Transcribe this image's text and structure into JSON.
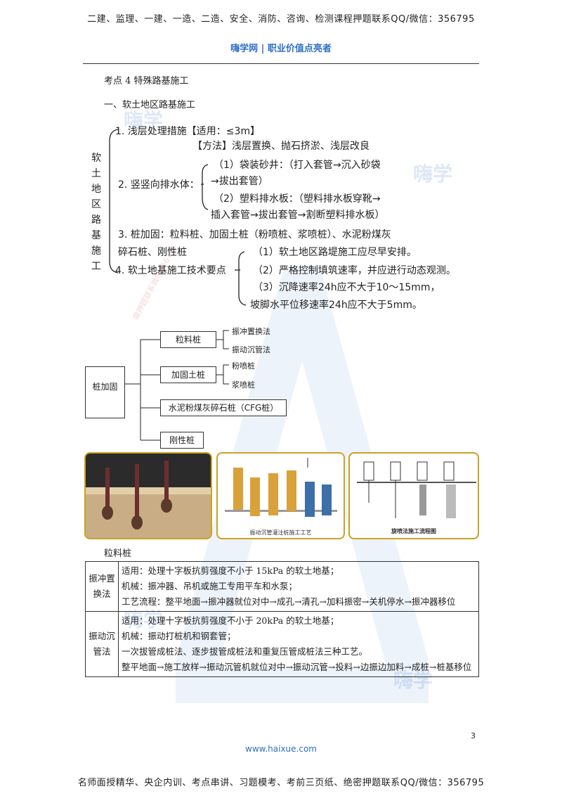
{
  "header": {
    "top_text": "二建、监理、一建、一造、二造、安全、消防、咨询、检测课程押题联系QQ/微信：356795",
    "brand": "嗨学网 | 职业价值点亮者"
  },
  "section": {
    "point_title": "考点 4 特殊路基施工",
    "sub_title": "一、软土地区路基施工"
  },
  "mindmap": {
    "root_chars": [
      "软",
      "土",
      "地",
      "区",
      "路",
      "基",
      "施",
      "工"
    ],
    "item1_line1": "1. 浅层处理措施【适用：≤3m】",
    "item1_line2": "【方法】浅层置换、抛石挤淤、浅层改良",
    "item2_label": "2. 竖竖向排水体：",
    "item2_sub1_line1": "（1）袋装砂井：（打入套管→沉入砂袋",
    "item2_sub1_line2": "→拔出套管）",
    "item2_sub2_line1": "（2）塑料排水板：（塑料排水板穿靴→",
    "item2_sub2_line2": "插入套管→拔出套管→割断塑料排水板）",
    "item3_line1": "3. 桩加固：粒料桩、加固土桩（粉喷桩、浆喷桩）、水泥粉煤灰",
    "item3_line2": "碎石桩、刚性桩",
    "item4_label": "4. 软土地基施工技术要点",
    "item4_sub1": "（1）软土地区路堤施工应尽早安排。",
    "item4_sub2": "（2）严格控制填筑速率，并应进行动态观测。",
    "item4_sub3": "（3）沉降速率24h应不大于10～15mm，",
    "item4_sub4": "坡脚水平位移速率24h应不大于5mm。"
  },
  "tree": {
    "root": "桩加固",
    "branches": [
      {
        "label": "粒料桩",
        "leaves": [
          "振冲置换法",
          "振动沉管法"
        ]
      },
      {
        "label": "加固土桩",
        "leaves": [
          "粉喷桩",
          "浆喷桩"
        ]
      },
      {
        "label": "水泥粉煤灰碎石桩（CFG桩）",
        "leaves": []
      },
      {
        "label": "刚性桩",
        "leaves": []
      }
    ]
  },
  "photos": {
    "photo2_caption": "振动沉管灌注桩施工工艺",
    "photo3_caption": "旋喷法施工流程图"
  },
  "caption": "粒料桩",
  "methods_table": [
    {
      "name": "振冲置换法",
      "lines": [
        "适用：处理十字板抗剪强度不小于 15kPa 的软土地基；",
        "机械：振冲器、吊机或施工专用平车和水泵；",
        "工艺流程：整平地面→振冲器就位对中→成孔→清孔→加料振密→关机停水→振冲器移位"
      ]
    },
    {
      "name": "振动沉管法",
      "lines": [
        "适用：处理十字板抗剪强度不小于 20kPa 的软土地基；",
        "机械：振动打桩机和钢套管；",
        "一次拔管成桩法、逐步拔管成桩法和重复压管成桩法三种工艺。",
        "整平地面→施工放样→振动沉管机就位对中→振动沉管→投料→边振边加料→成桩→桩基移位"
      ]
    }
  ],
  "footer": {
    "page_number": "3",
    "site": "www.haixue.com",
    "bottom_text": "名师面授精华、央企内训、考点串讲、习题模考、考前三页纸、绝密押题联系QQ/微信：356795"
  },
  "watermark": {
    "text": "嗨学",
    "diagonal": "需押题联系微信356795"
  },
  "colors": {
    "brand_blue": "#2e6fc7",
    "photo_border": "#c9a227"
  }
}
